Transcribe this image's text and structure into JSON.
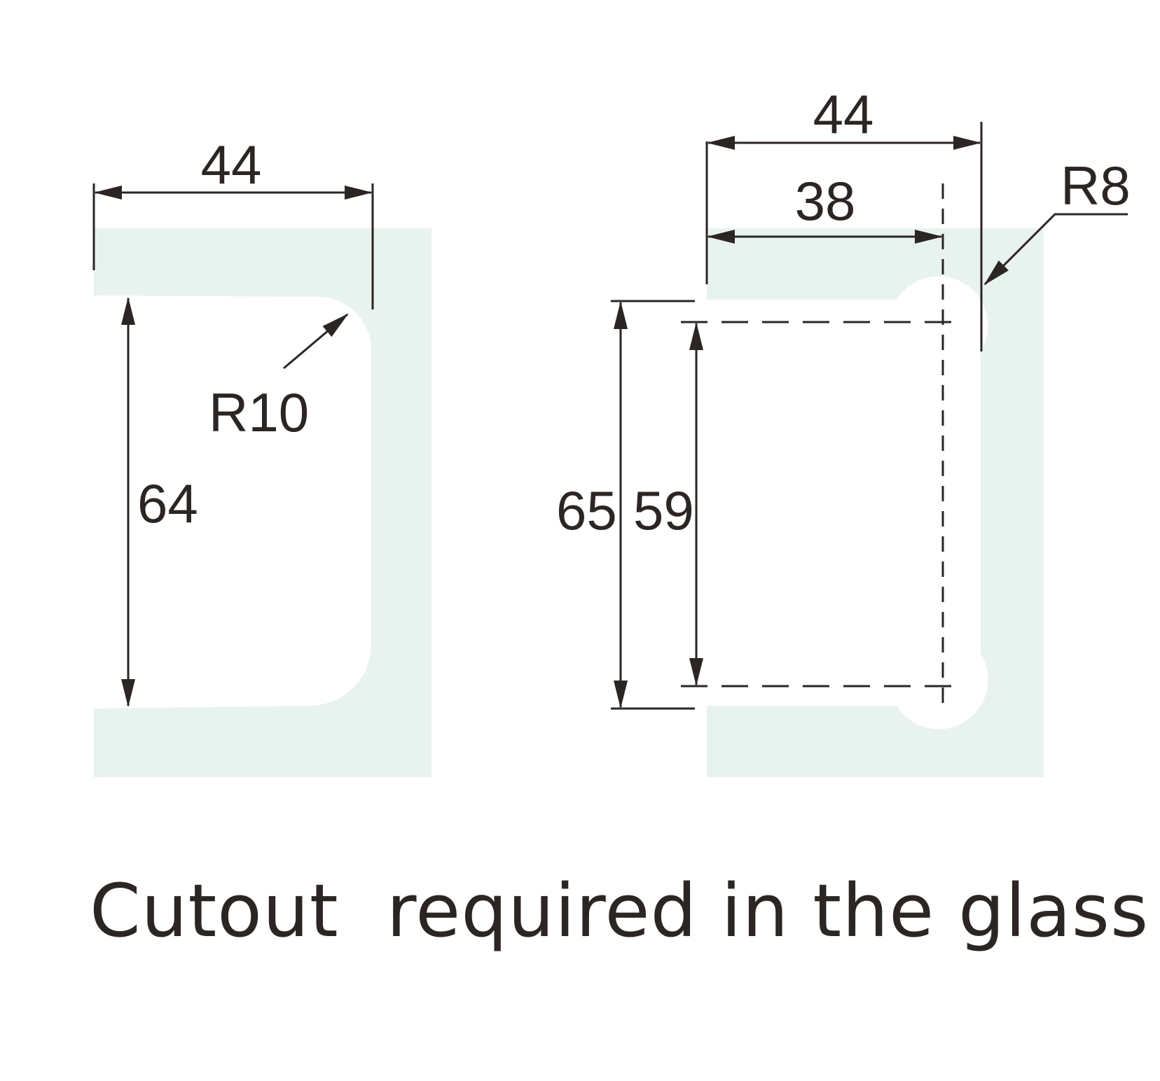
{
  "colors": {
    "glass": "#e8f3ef",
    "ink": "#2b2523",
    "background": "#ffffff"
  },
  "left_view": {
    "width_label": "44",
    "height_label": "64",
    "radius_label": "R10"
  },
  "right_view": {
    "outer_width_label": "44",
    "inner_width_label": "38",
    "outer_height_label": "65",
    "inner_height_label": "59",
    "radius_label": "R8"
  },
  "caption": "Cutout  required in the glass"
}
